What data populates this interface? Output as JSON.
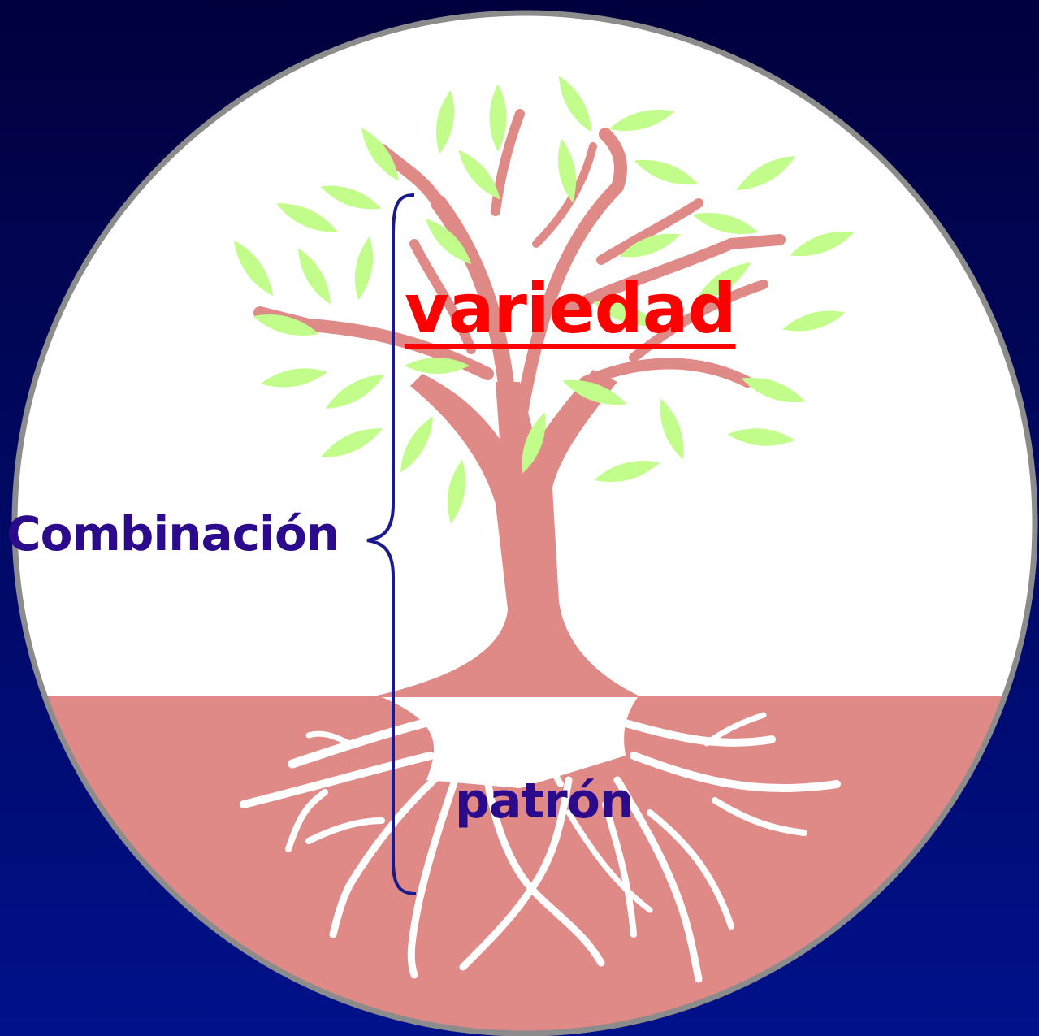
{
  "labels": {
    "top": "variedad",
    "side": "Combinación",
    "bottom": "patrón"
  },
  "colors": {
    "background_top": "#01003d",
    "background_bottom": "#00118a",
    "circle_fill": "#ffffff",
    "circle_border": "#8c8c8c",
    "soil": "#e08a88",
    "trunk": "#e08a88",
    "roots": "#ffffff",
    "leaves": "#c2fc8a",
    "brace": "#1a1a8c",
    "variedad_text": "#ff0000",
    "side_text": "#2b0a8c",
    "patron_text": "#2b0a8c"
  },
  "icons": {
    "illustration": "tree-icon"
  }
}
